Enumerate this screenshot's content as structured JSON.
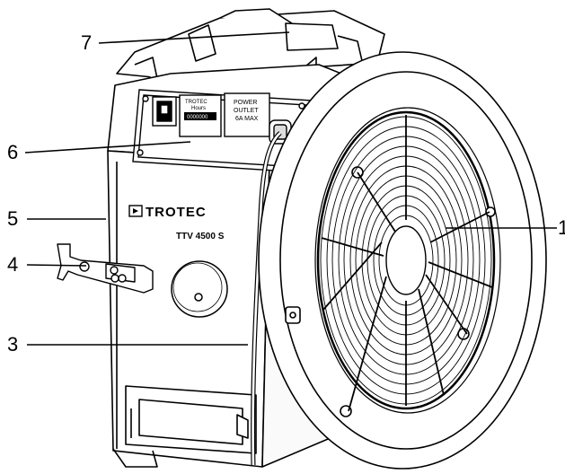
{
  "brand": "TROTEC",
  "model": "TTV 4500 S",
  "panel": {
    "counter_brand": "TROTEC",
    "counter_label": "Hours",
    "counter_value": "0000000",
    "outlet_line1": "POWER",
    "outlet_line2": "OUTLET",
    "outlet_line3": "6A MAX"
  },
  "callouts": [
    {
      "number": "1",
      "part": "fan-grille"
    },
    {
      "number": "3",
      "part": "power-cable"
    },
    {
      "number": "4",
      "part": "cable-hook"
    },
    {
      "number": "5",
      "part": "housing"
    },
    {
      "number": "6",
      "part": "control-panel"
    },
    {
      "number": "7",
      "part": "carrying-handle"
    }
  ]
}
